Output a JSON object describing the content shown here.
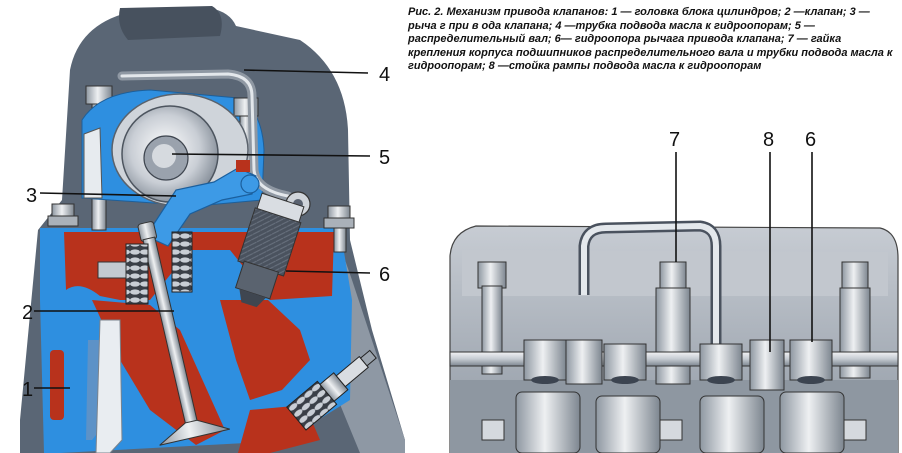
{
  "caption": "Рис. 2. Механизм привода клапанов: 1 — головка блока цилиндров; 2 —клапан; 3 —рыча г при в ода клапана; 4 —трубка подвода масла к гидроопорам; 5 — распределительный вал; 6— гидроопора рычага привода клапана; 7 — гайка крепления корпуса подшипников распределительного вала и трубки подвода масла к гидроопорам; 8 —стойка рампы подвода масла к гидроопорам",
  "callouts": {
    "n1": "1",
    "n2": "2",
    "n3": "3",
    "n4": "4",
    "n5": "5",
    "n6": "6",
    "r7": "7",
    "r8": "8",
    "r6": "6"
  },
  "colors": {
    "cylinder_head_grey": "#5a6675",
    "coolant_blue": "#2e8fe0",
    "hot_metal_red": "#b8321c",
    "steel_light": "#d9dde2",
    "steel_mid": "#9aa3ad",
    "steel_dark": "#3c4450"
  }
}
